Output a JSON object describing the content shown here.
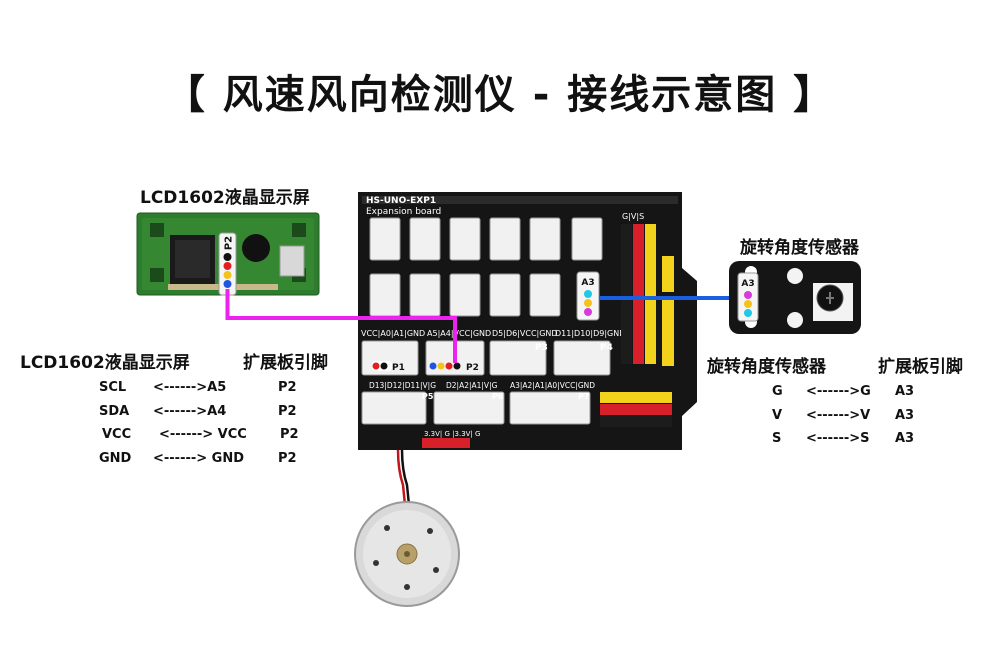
{
  "title": "【 风速风向检测仪 -  接线示意图 】",
  "lcd_label": "LCD1602液晶显示屏",
  "sensor_label": "旋转角度传感器",
  "board": {
    "model": "HS-UNO-EXP1",
    "subtitle": "Expansion board",
    "port_p1": "P1",
    "port_p2": "P2",
    "port_p3": "P3",
    "port_p4": "P4",
    "port_p5": "P5",
    "port_p6": "P6",
    "port_p7": "P7",
    "hdr_p1": "VCC|A0|A1|GND",
    "hdr_p2": "A5|A4|VCC|GND",
    "hdr_p3": "D5|D6|VCC|GND",
    "hdr_p4": "D11|D10|D9|GND",
    "hdr_p5": "D13|D12|D11|V|G",
    "hdr_p6": "D2|A2|A1|V|G",
    "hdr_p7": "A3|A2|A1|A0|VCC|GND",
    "power_label": "3.3V| G |3.3V| G",
    "gvs_label": "G|V|S",
    "sensor_port": "A3",
    "lcd_port": "P2"
  },
  "left_table": {
    "header_left": "LCD1602液晶显示屏",
    "header_right": "扩展板引脚",
    "rows": [
      {
        "pin": "SCL",
        "arrow": "<------>A5",
        "port": "P2"
      },
      {
        "pin": "SDA",
        "arrow": "<------>A4",
        "port": "P2"
      },
      {
        "pin": "VCC",
        "arrow": "<------> VCC",
        "port": "P2"
      },
      {
        "pin": "GND",
        "arrow": "<------> GND",
        "port": "P2"
      }
    ]
  },
  "right_table": {
    "header_left": "旋转角度传感器",
    "header_right": "扩展板引脚",
    "rows": [
      {
        "pin": "G",
        "arrow": "<------>G",
        "port": "A3"
      },
      {
        "pin": "V",
        "arrow": "<------>V",
        "port": "A3"
      },
      {
        "pin": "S",
        "arrow": "<------>S",
        "port": "A3"
      }
    ]
  },
  "colors": {
    "lcd_wire": "#ee22ee",
    "sensor_wire": "#1a5fe0",
    "board": "#151515",
    "lcd_pcb": "#2e7d2e",
    "header_red": "#d8202a",
    "header_yellow": "#f2d21a"
  }
}
